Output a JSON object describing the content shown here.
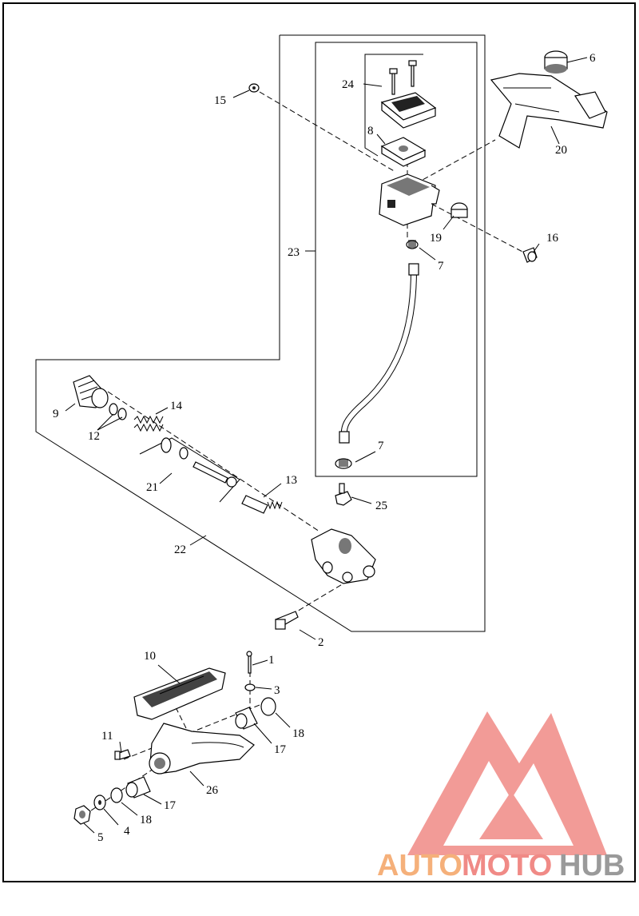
{
  "labels": {
    "p1": "1",
    "p2": "2",
    "p3": "3",
    "p4": "4",
    "p5": "5",
    "p6": "6",
    "p7a": "7",
    "p7b": "7",
    "p8": "8",
    "p9": "9",
    "p10": "10",
    "p11": "11",
    "p12": "12",
    "p13": "13",
    "p14": "14",
    "p15": "15",
    "p16": "16",
    "p17a": "17",
    "p17b": "17",
    "p18a": "18",
    "p18b": "18",
    "p19": "19",
    "p20": "20",
    "p21": "21",
    "p22": "22",
    "p23": "23",
    "p24": "24",
    "p25": "25",
    "p26": "26"
  },
  "watermark": {
    "part1": "AUTO",
    "part2": "MOTO",
    "part3": "HUB",
    "color_primary": "#f08a86",
    "color_secondary": "#f5b07a",
    "color_dark": "#9a9a9a"
  }
}
